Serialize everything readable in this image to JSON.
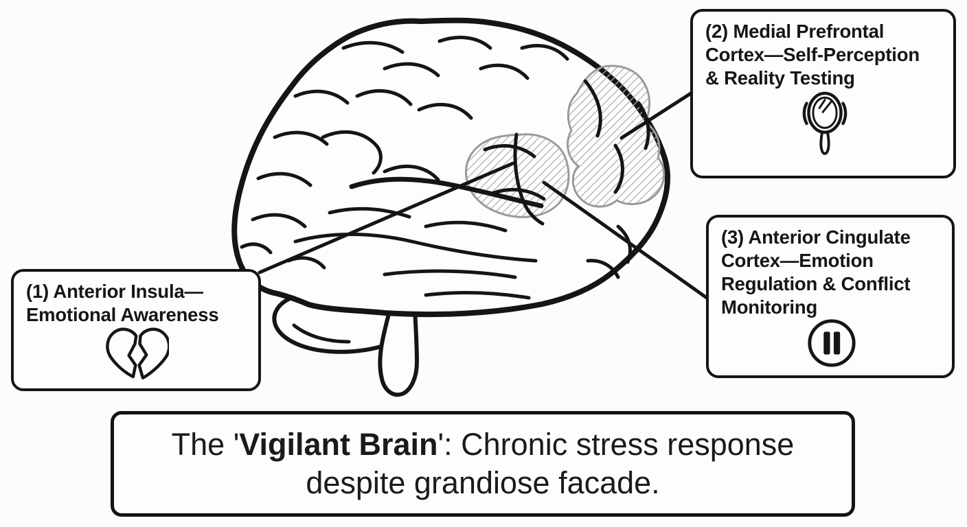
{
  "diagram": {
    "title_kind": "brain-region-callout-diagram",
    "colors": {
      "background": "#fcfcfc",
      "ink": "#151515",
      "hatch_line": "#b0b0b0",
      "region_outline": "#9a9a9a",
      "panel_fill": "#fdfdfd"
    },
    "labels": [
      {
        "id": "1",
        "icon": "broken-heart-icon",
        "lines": [
          "(1) Anterior Insula—",
          "Emotional Awareness"
        ]
      },
      {
        "id": "2",
        "icon": "hand-mirror-icon",
        "lines": [
          "(2) Medial Prefrontal",
          "Cortex—Self-Perception",
          "& Reality Testing"
        ]
      },
      {
        "id": "3",
        "icon": "pause-icon",
        "lines": [
          "(3) Anterior Cingulate",
          "Cortex—Emotion",
          "Regulation & Conflict",
          "Monitoring"
        ]
      }
    ],
    "caption": {
      "prefix": "The '",
      "bold": "Vigilant Brain",
      "suffix": "': Chronic stress response",
      "line2": "despite grandiose facade."
    }
  }
}
